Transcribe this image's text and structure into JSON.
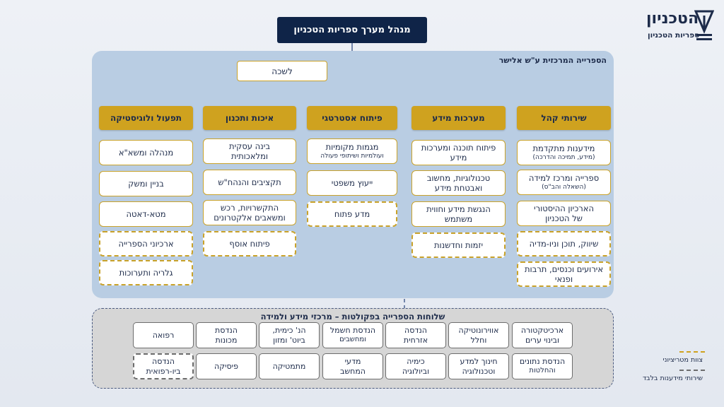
{
  "logo": {
    "name": "הטכניון",
    "subtitle": "ספריות הטכניון"
  },
  "top_title": "מנהל מערך ספריות הטכניון",
  "secretariat": "לשכה",
  "main_panel_title": "הספרייה המרכזית ע\"ש אלישר",
  "departments": [
    {
      "title": "שירותי קהל",
      "items": [
        {
          "lines": [
            "מידענות מתקדמת"
          ],
          "small": "(מידע, תמיכה והדרכה)",
          "dashed": false
        },
        {
          "lines": [
            "ספרייה ומרכז למידה"
          ],
          "small": "(השאלה והב\"ס)",
          "dashed": false
        },
        {
          "lines": [
            "הארכיון ההיסטורי",
            "של הטכניון"
          ],
          "dashed": false
        },
        {
          "lines": [
            "שיווק, תוכן וניו-מדיה"
          ],
          "dashed": true
        },
        {
          "lines": [
            "אירועים וכנסים, תרבות",
            "ופנאי"
          ],
          "dashed": true
        }
      ]
    },
    {
      "title": "מערכות מידע",
      "items": [
        {
          "lines": [
            "פיתוח תוכנה ומערכות",
            "מידע"
          ],
          "dashed": false
        },
        {
          "lines": [
            "טכנולוגיות, מחשוב",
            "ואבטחת מידע"
          ],
          "dashed": false
        },
        {
          "lines": [
            "הנגשת מידע וחווית",
            "משתמש"
          ],
          "dashed": false
        },
        {
          "lines": [
            "יזמות וחדשנות"
          ],
          "dashed": true
        }
      ]
    },
    {
      "title": "פיתוח אסטרטגי",
      "items": [
        {
          "lines": [
            "מגמות מקומיות"
          ],
          "small": "ועולמיות ושיתופי פעולה",
          "dashed": false
        },
        {
          "lines": [
            "ייעוץ משפטי"
          ],
          "dashed": false
        },
        {
          "lines": [
            "מדע פתוח"
          ],
          "dashed": true
        }
      ]
    },
    {
      "title": "איכות ותכנון",
      "items": [
        {
          "lines": [
            "בינה עסקית",
            "ומלאכותית"
          ],
          "dashed": false
        },
        {
          "lines": [
            "תקציבים והנהח\"ש"
          ],
          "dashed": false
        },
        {
          "lines": [
            "התקשרויות, רכש",
            "ומשאבים אלקטרונים"
          ],
          "dashed": false
        },
        {
          "lines": [
            "פיתוח אוסף"
          ],
          "dashed": true
        }
      ]
    },
    {
      "title": "תפעול ולוגיסטיקה",
      "items": [
        {
          "lines": [
            "מנהלה ומשא\"א"
          ],
          "dashed": false
        },
        {
          "lines": [
            "בניין ומשק"
          ],
          "dashed": false
        },
        {
          "lines": [
            "מטא-דאטה"
          ],
          "dashed": false
        },
        {
          "lines": [
            "ארכיוני הספרייה"
          ],
          "dashed": true
        },
        {
          "lines": [
            "גלריה ותערוכות"
          ],
          "dashed": true
        }
      ]
    }
  ],
  "faculties_title": "שלוחות הספרייה בפקולטות – מרכזי מידע ולמידה",
  "faculties_row1": [
    {
      "lines": [
        "ארכיטקטורה",
        "ובינוי ערים"
      ],
      "dashed": false
    },
    {
      "lines": [
        "אווירונוטיקה",
        "וחלל"
      ],
      "dashed": false
    },
    {
      "lines": [
        "הנדסה",
        "אזרחית"
      ],
      "dashed": false
    },
    {
      "lines": [
        "הנדסת חשמל"
      ],
      "small": "ומחשבים",
      "dashed": false
    },
    {
      "lines": [
        "הנ' כימית,",
        "ביוט' ומזון"
      ],
      "dashed": false
    },
    {
      "lines": [
        "הנדסת",
        "מכונות"
      ],
      "dashed": false
    },
    {
      "lines": [
        "רפואה"
      ],
      "dashed": false
    }
  ],
  "faculties_row2": [
    {
      "lines": [
        "הנדסת נתונים"
      ],
      "small": "והחלטות",
      "dashed": false
    },
    {
      "lines": [
        "חינוך למדע",
        "וטכנולוגיה"
      ],
      "dashed": false
    },
    {
      "lines": [
        "כימיה",
        "וביולוגיה"
      ],
      "dashed": false
    },
    {
      "lines": [
        "מדעי",
        "המחשב"
      ],
      "dashed": false
    },
    {
      "lines": [
        "מתמטיקה"
      ],
      "dashed": false
    },
    {
      "lines": [
        "פיסיקה"
      ],
      "dashed": false
    },
    {
      "lines": [
        "הנדסה",
        "ביו-רפואית"
      ],
      "dashed": true
    }
  ],
  "legend": [
    {
      "label": "צוות מטריציוני",
      "color": "#cfa21f"
    },
    {
      "label": "שירותי מידענות בלבד",
      "color": "#6d6d6d"
    }
  ]
}
